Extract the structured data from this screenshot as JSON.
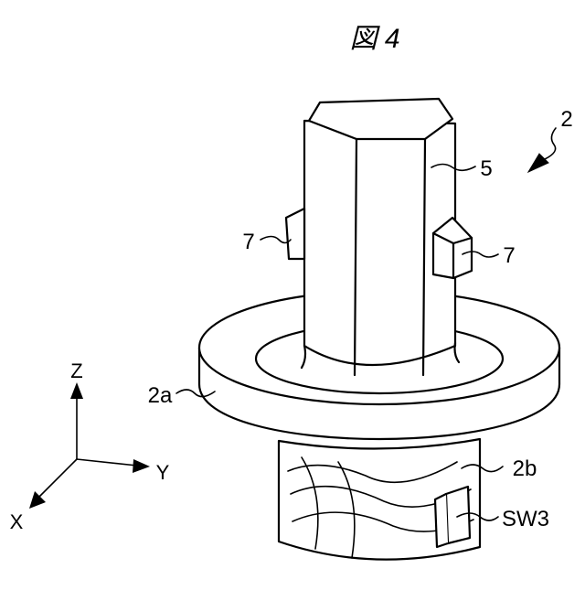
{
  "figure": {
    "title": "図 4"
  },
  "labels": {
    "assembly": "2",
    "shaft": "5",
    "protrusion_left": "7",
    "protrusion_right": "7",
    "flange": "2a",
    "lower_body": "2b",
    "switch": "SW3"
  },
  "axes": {
    "z": "Z",
    "y": "Y",
    "x": "X"
  }
}
